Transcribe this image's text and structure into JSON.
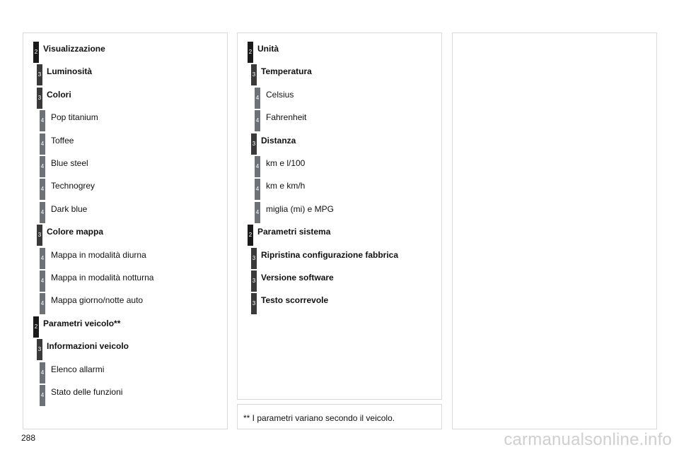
{
  "left_column": [
    {
      "level": "2",
      "text": "Visualizzazione",
      "bold": true
    },
    {
      "level": "3",
      "text": "Luminosità",
      "bold": true
    },
    {
      "level": "3",
      "text": "Colori",
      "bold": true
    },
    {
      "level": "4",
      "text": "Pop titanium",
      "bold": false
    },
    {
      "level": "4",
      "text": "Toffee",
      "bold": false
    },
    {
      "level": "4",
      "text": "Blue steel",
      "bold": false
    },
    {
      "level": "4",
      "text": "Technogrey",
      "bold": false
    },
    {
      "level": "4",
      "text": "Dark blue",
      "bold": false
    },
    {
      "level": "3",
      "text": "Colore mappa",
      "bold": true
    },
    {
      "level": "4",
      "text": "Mappa in modalità diurna",
      "bold": false
    },
    {
      "level": "4",
      "text": "Mappa in modalità notturna",
      "bold": false
    },
    {
      "level": "4",
      "text": "Mappa giorno/notte auto",
      "bold": false
    },
    {
      "level": "2",
      "text": "Parametri veicolo**",
      "bold": true
    },
    {
      "level": "3",
      "text": "Informazioni veicolo",
      "bold": true
    },
    {
      "level": "4",
      "text": "Elenco allarmi",
      "bold": false
    },
    {
      "level": "4",
      "text": "Stato delle funzioni",
      "bold": false
    }
  ],
  "middle_column": [
    {
      "level": "2",
      "text": "Unità",
      "bold": true
    },
    {
      "level": "3",
      "text": "Temperatura",
      "bold": true
    },
    {
      "level": "4",
      "text": "Celsius",
      "bold": false
    },
    {
      "level": "4",
      "text": "Fahrenheit",
      "bold": false
    },
    {
      "level": "3",
      "text": "Distanza",
      "bold": true
    },
    {
      "level": "4",
      "text": "km e l/100",
      "bold": false
    },
    {
      "level": "4",
      "text": "km e km/h",
      "bold": false
    },
    {
      "level": "4",
      "text": "miglia (mi) e MPG",
      "bold": false
    },
    {
      "level": "2",
      "text": "Parametri sistema",
      "bold": true
    },
    {
      "level": "3",
      "text": "Ripristina configurazione fabbrica",
      "bold": true
    },
    {
      "level": "3",
      "text": "Versione software",
      "bold": true
    },
    {
      "level": "3",
      "text": "Testo scorrevole",
      "bold": true
    }
  ],
  "footnote": "** I parametri variano secondo il veicolo.",
  "page_number": "288",
  "watermark": "carmanualsonline.info"
}
